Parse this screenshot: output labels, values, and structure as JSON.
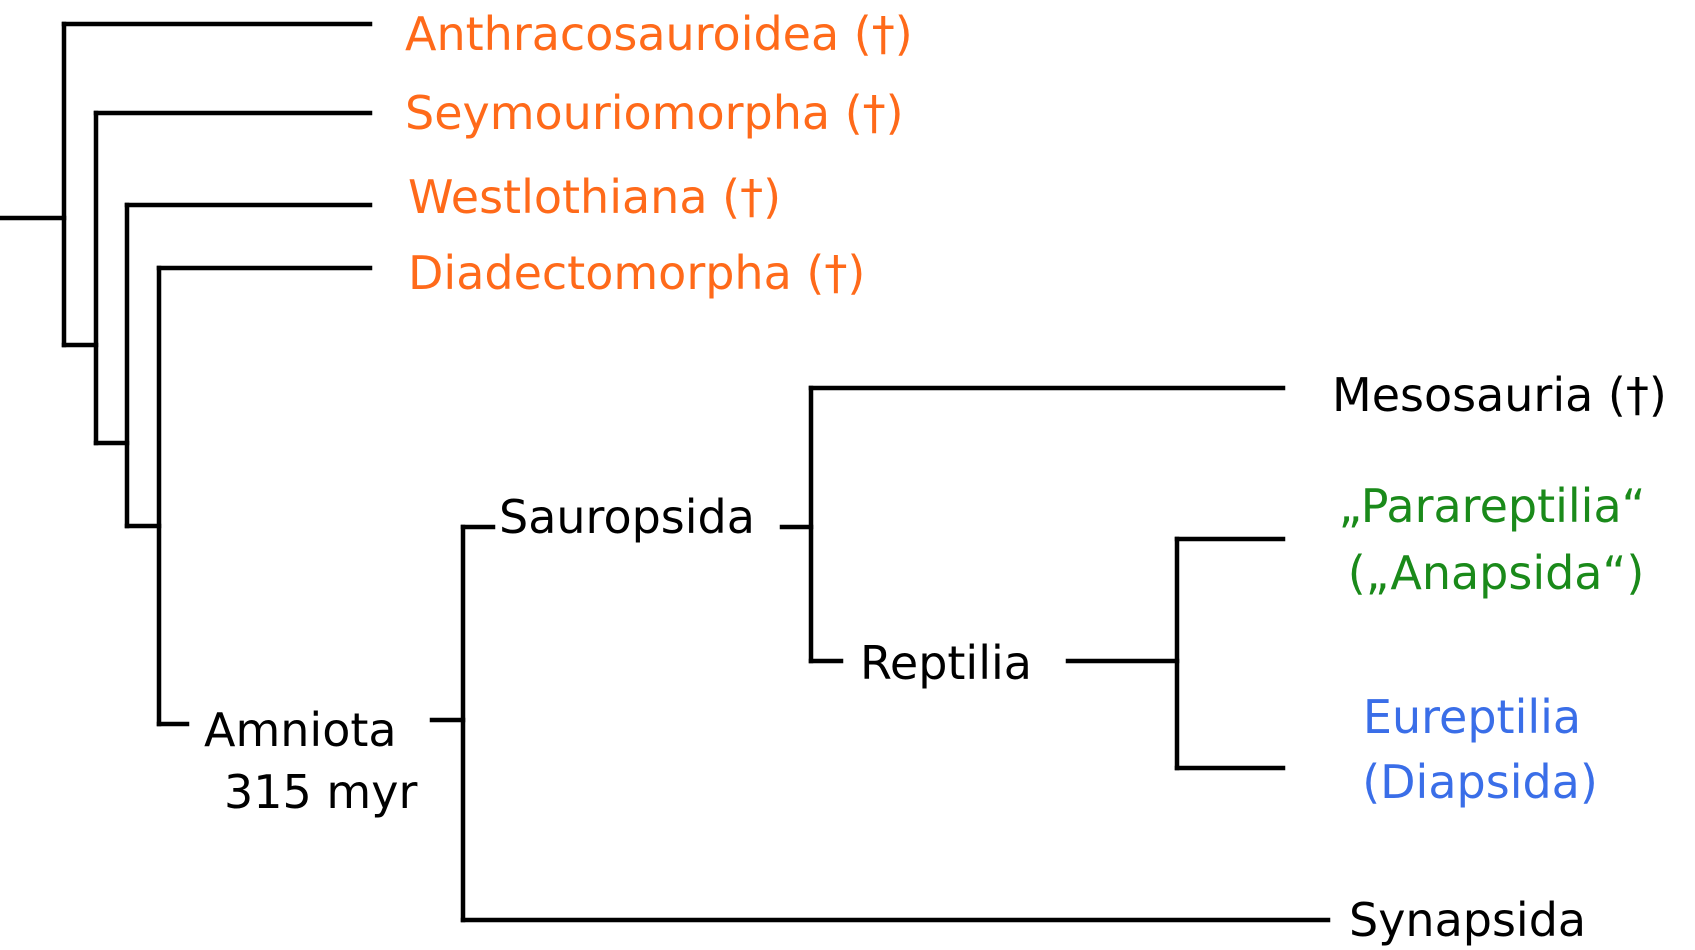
{
  "colors": {
    "extinct_stem": "#ff6a1a",
    "parareptilia": "#1a8a1a",
    "eureptilia": "#3a6ee8",
    "default": "#000000"
  },
  "taxa": {
    "anthracosauroidea": "Anthracosauroidea (†)",
    "seymouriomorpha": "Seymouriomorpha (†)",
    "westlothiana": "Westlothiana (†)",
    "diadectomorpha": "Diadectomorpha (†)",
    "mesosauria": "Mesosauria (†)",
    "parareptilia_line1": "„Parareptilia“",
    "parareptilia_line2": "(„Anapsida“)",
    "eureptilia_line1": "Eureptilia",
    "eureptilia_line2": "(Diapsida)",
    "synapsida": "Synapsida"
  },
  "nodes": {
    "amniota": "Amniota",
    "amniota_age": "315 myr",
    "sauropsida": "Sauropsida",
    "reptilia": "Reptilia"
  }
}
